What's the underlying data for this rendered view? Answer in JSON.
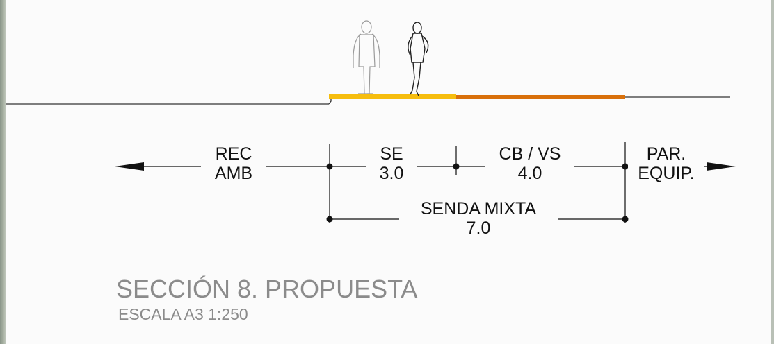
{
  "zones": [
    {
      "code_line1": "REC",
      "code_line2": "AMB"
    },
    {
      "code_line1": "SE",
      "code_line2": "3.0"
    },
    {
      "code_line1": "CB / VS",
      "code_line2": "4.0"
    },
    {
      "code_line1": "PAR.",
      "code_line2": "EQUIP."
    }
  ],
  "total": {
    "label": "SENDA MIXTA",
    "width": "7.0"
  },
  "title": "SECCIÓN 8. PROPUESTA",
  "scale": "ESCALA A3 1:250",
  "colors": {
    "sidewalk": "#f6bd0e",
    "bike_lane": "#d9700b",
    "lines": "#222222",
    "title": "#8b8b8b"
  },
  "figures": [
    "pedestrian-outline-icon",
    "runner-icon"
  ]
}
